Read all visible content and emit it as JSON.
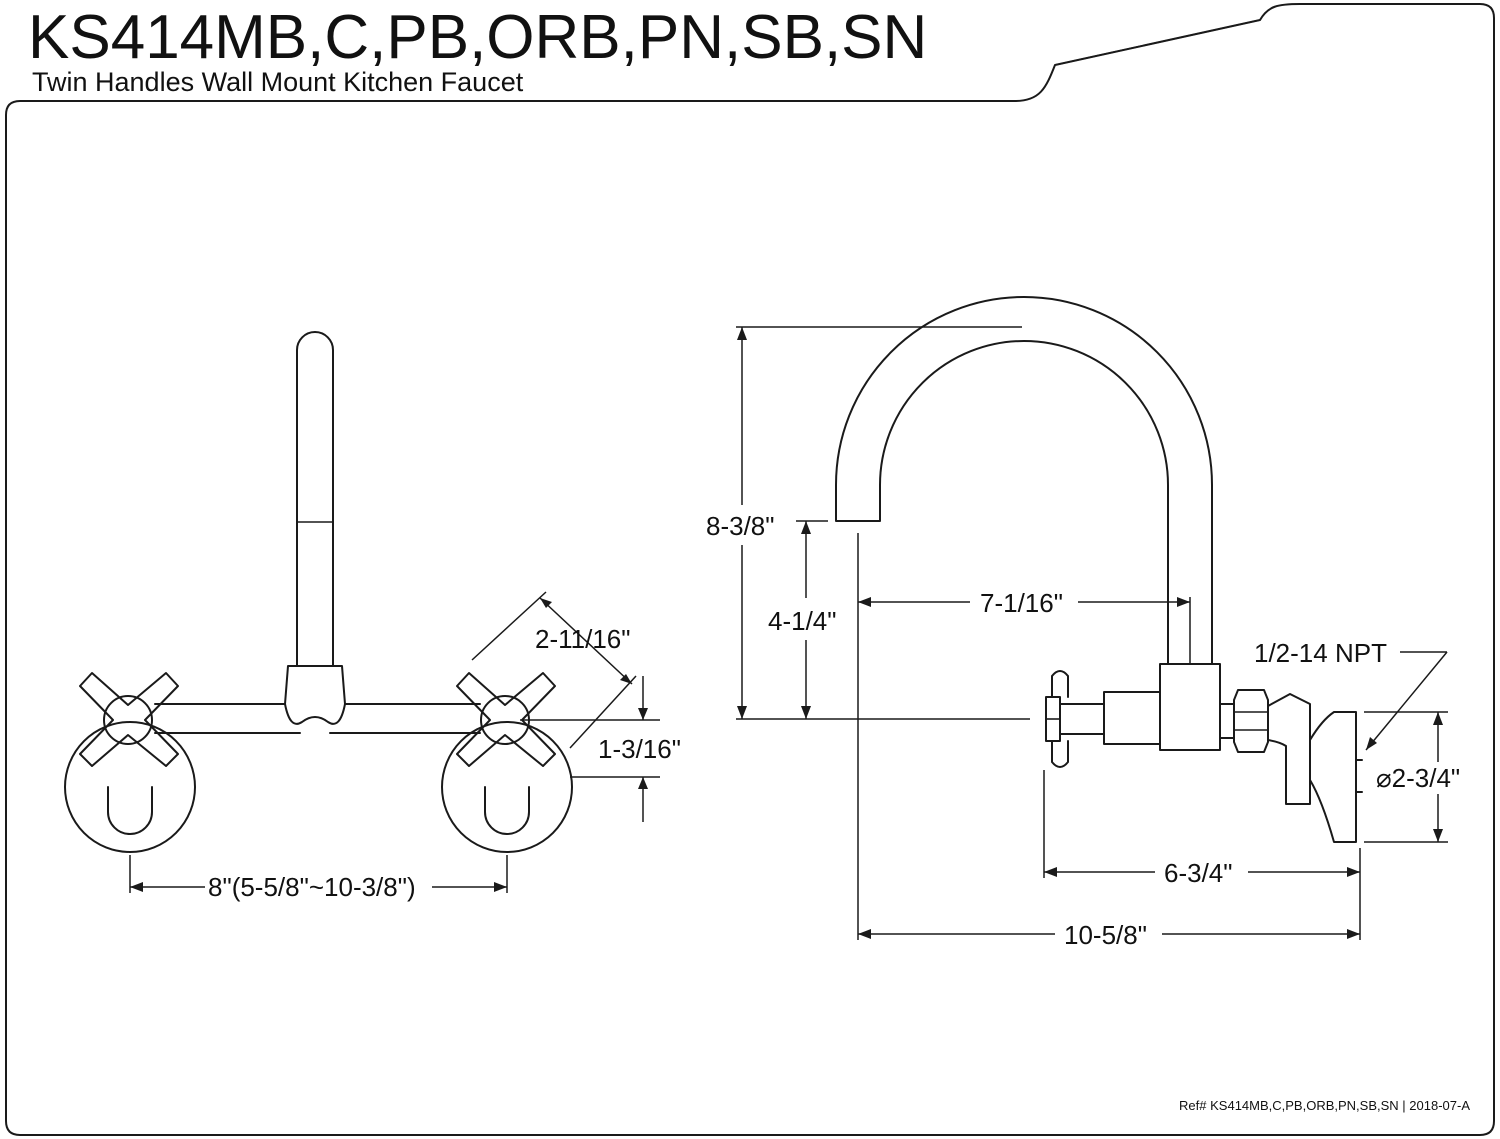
{
  "header": {
    "model": "KS414MB,C,PB,ORB,PN,SB,SN",
    "description": "Twin Handles Wall Mount Kitchen Faucet"
  },
  "front_view": {
    "handle_diagonal": "2-11/16\"",
    "handle_height": "1-3/16\"",
    "center_spacing": "8\"(5-5/8\"~10-3/8\")"
  },
  "side_view": {
    "overall_height": "8-3/8\"",
    "spout_clearance": "4-1/4\"",
    "spout_reach": "7-1/16\"",
    "inlet_thread": "1/2-14 NPT",
    "flange_diameter": "⌀2-3/4\"",
    "body_depth": "6-3/4\"",
    "total_projection": "10-5/8\""
  },
  "footer": {
    "reference": "Ref# KS414MB,C,PB,ORB,PN,SB,SN | 2018-07-A"
  }
}
